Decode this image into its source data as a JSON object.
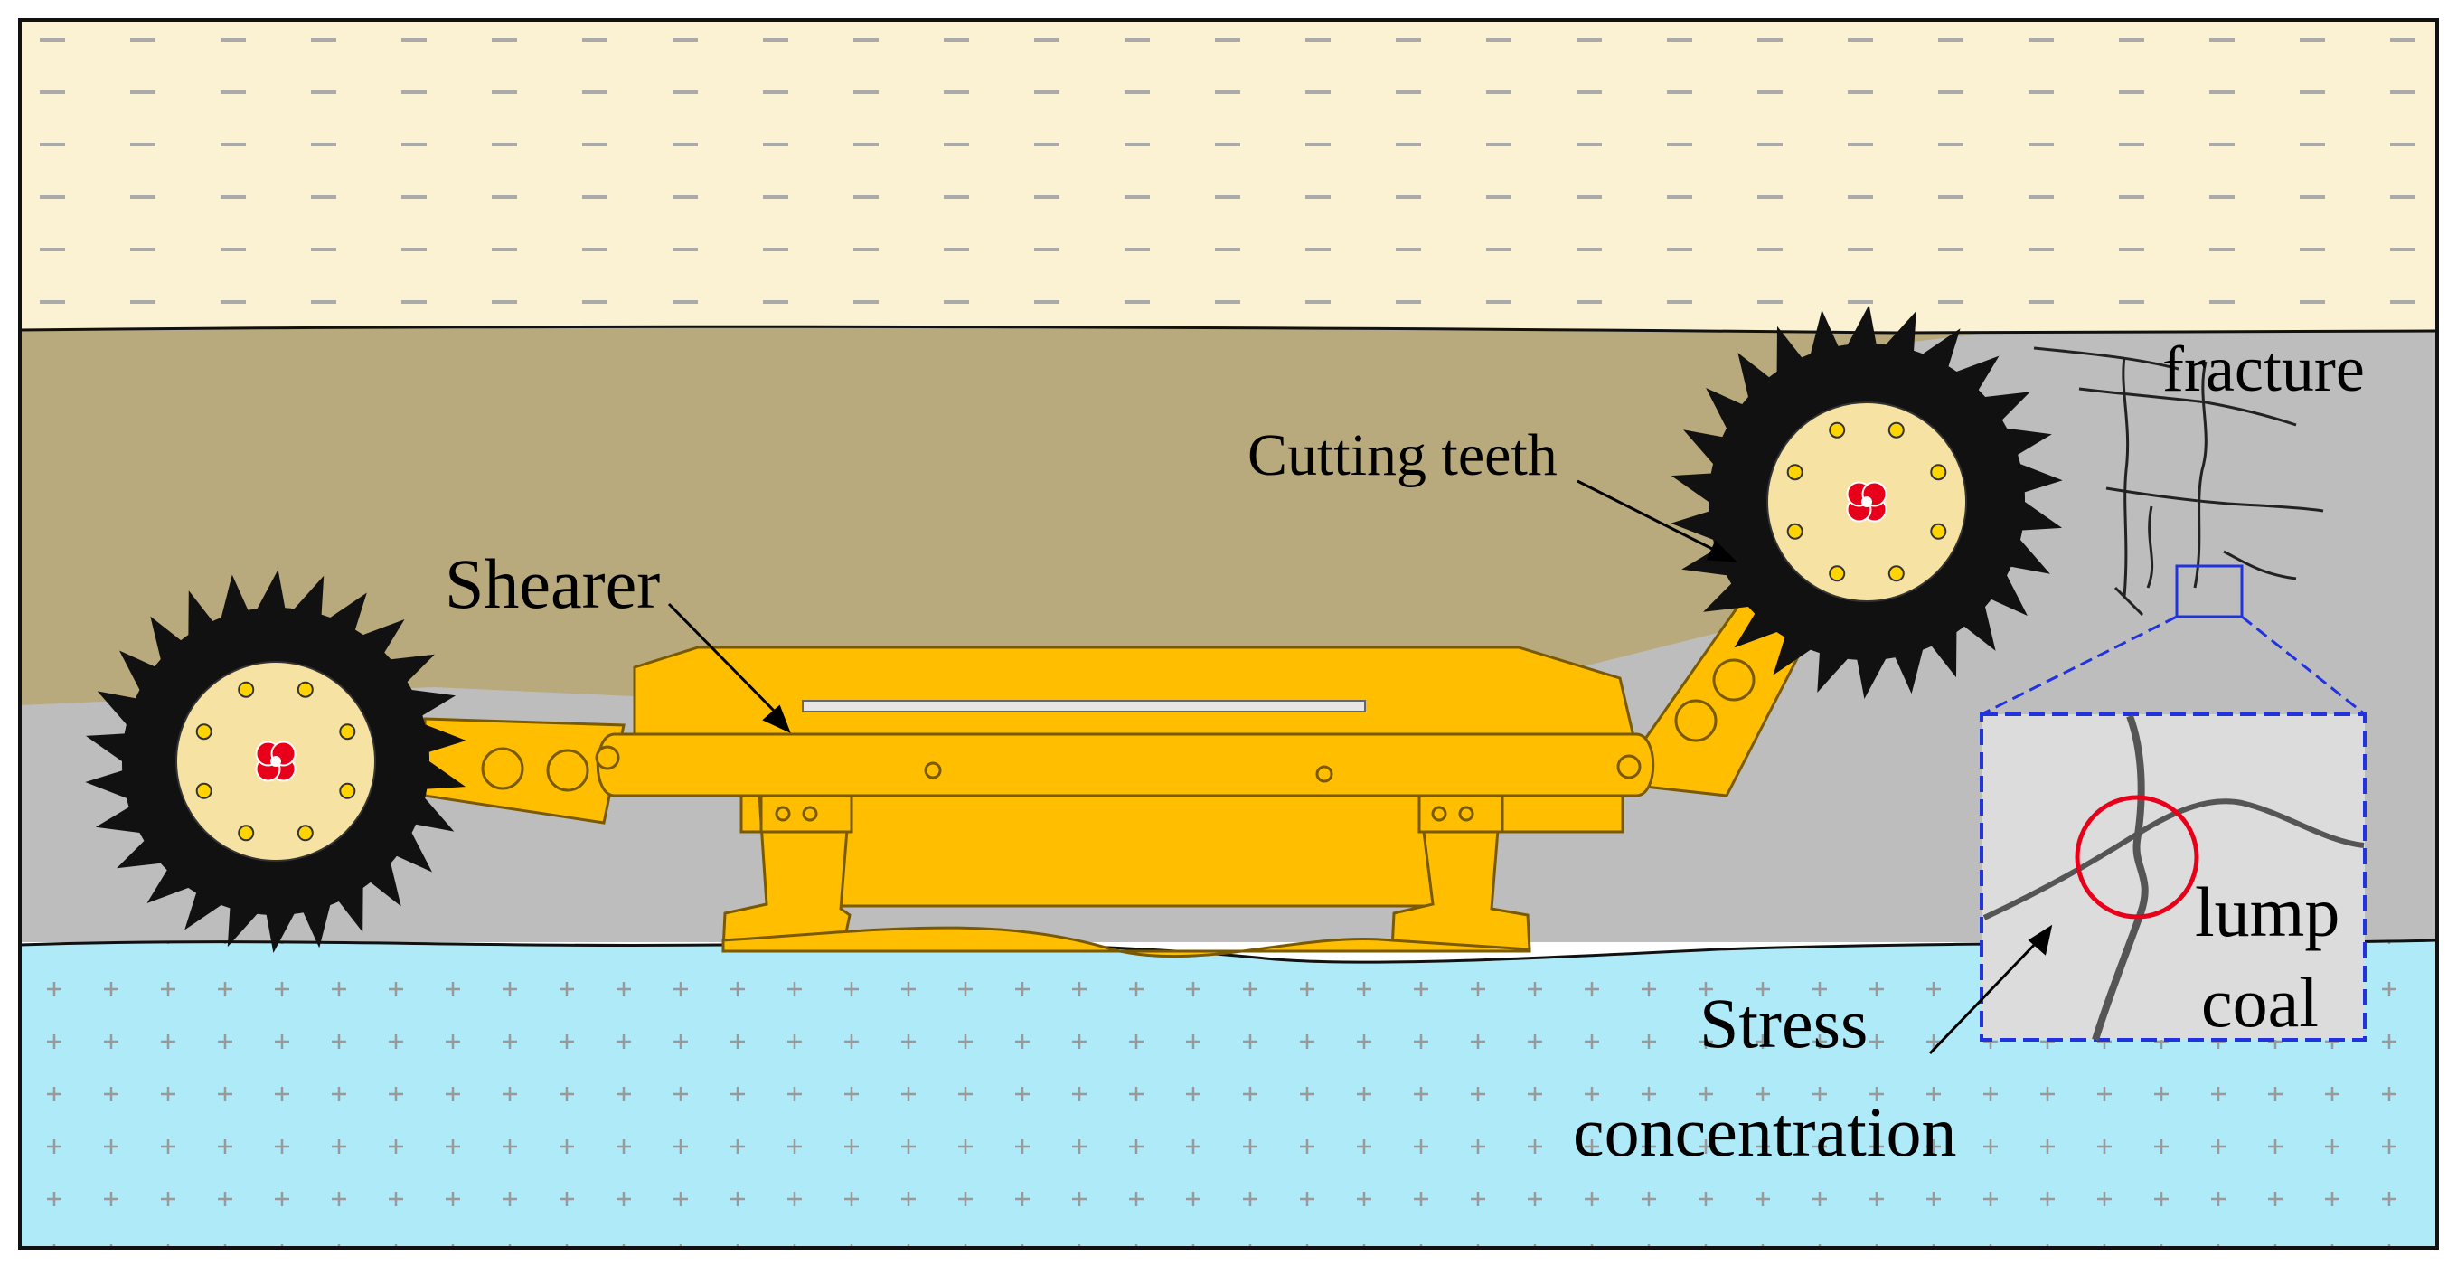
{
  "labels": {
    "shearer": "Shearer",
    "cutting_teeth": "Cutting teeth",
    "fracture": "fracture",
    "lump": "lump",
    "coal": "coal",
    "stress": "Stress",
    "concentration": "concentration"
  },
  "colors": {
    "roof": "#fbf2d3",
    "roof_dash": "#aaaaaa",
    "coal_seam": "#b8aa7c",
    "cut_zone": "#bdbdbd",
    "floor": "#aeeaf7",
    "floor_cross": "#999999",
    "shearer_body": "#ffbf00",
    "shearer_outline": "#7a5a00",
    "drum_teeth": "#111111",
    "drum_hub": "#f6e3a3",
    "bolt": "#ffd400",
    "hub_red": "#e8001a",
    "detail_box": "#2233dd",
    "stress_circle": "#e8001a"
  }
}
